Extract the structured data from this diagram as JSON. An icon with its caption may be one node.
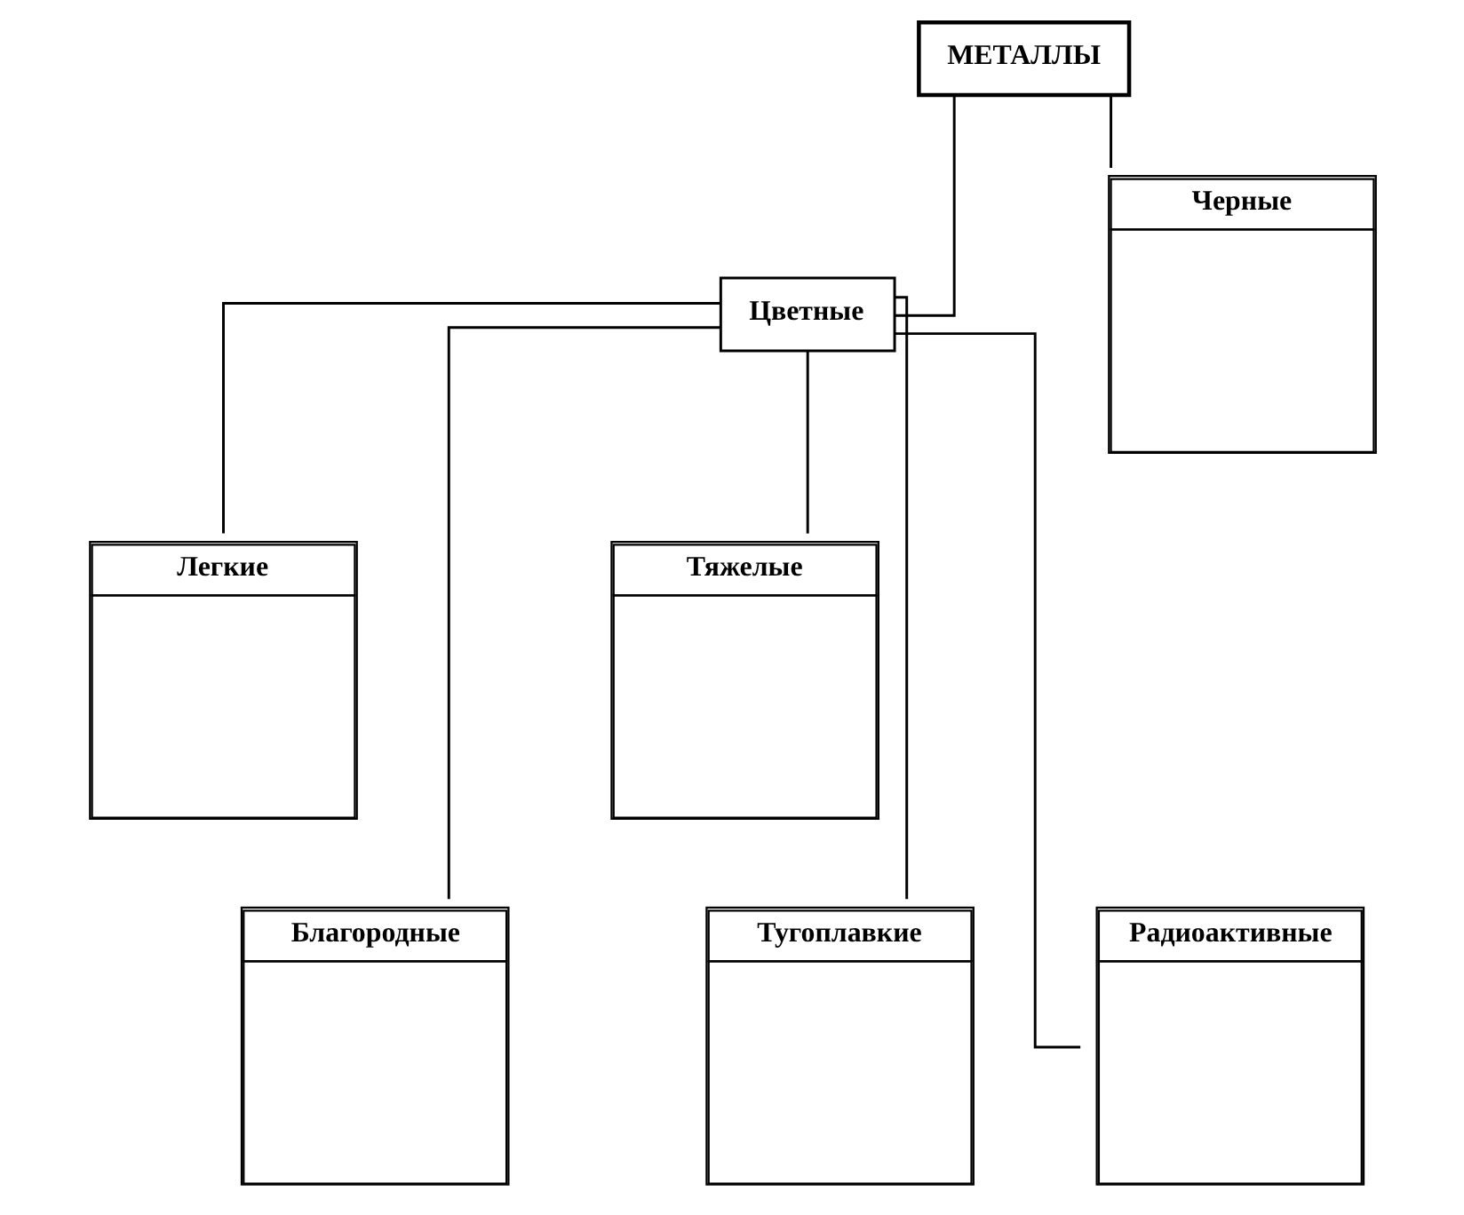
{
  "diagram": {
    "nodes": [
      {
        "text": [
          "МЕТАЛЛЫ"
        ]
      },
      {
        "text": [
          "Цветные"
        ]
      },
      {
        "text": [
          "Черные"
        ]
      },
      {
        "text": [
          "Легкие"
        ]
      },
      {
        "text": [
          "Тяжелые"
        ]
      },
      {
        "text": [
          "Благородные"
        ]
      },
      {
        "text": [
          "Тугоплавкие"
        ]
      },
      {
        "text": [
          "Радиоактивные"
        ]
      }
    ],
    "edges": [
      {
        "from": 0,
        "to": 1,
        "arrow": "none"
      },
      {
        "from": 0,
        "to": 2,
        "arrow": "none"
      },
      {
        "from": 1,
        "to": 3,
        "arrow": "none"
      },
      {
        "from": 1,
        "to": 5,
        "arrow": "none"
      },
      {
        "from": 1,
        "to": 4,
        "arrow": "none"
      },
      {
        "from": 1,
        "to": 6,
        "arrow": "none"
      },
      {
        "from": 1,
        "to": 7,
        "arrow": "none"
      }
    ]
  }
}
